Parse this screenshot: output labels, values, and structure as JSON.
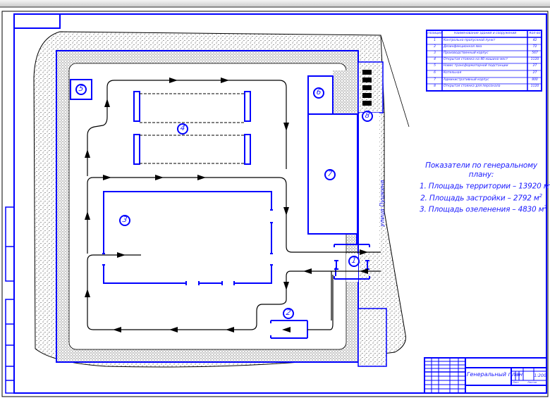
{
  "drawing": {
    "title": "Генеральный план",
    "scale": "1:200",
    "street_label": "улица Пушкина",
    "sheet_label": "Лист",
    "sheets_label": "Листов"
  },
  "legend_table": {
    "headers": [
      "Позиция",
      "Наименование зданий и сооружений",
      "Кол-во"
    ],
    "rows": [
      {
        "pos": "1",
        "name": "Контрольно-пропускной пункт",
        "qty": "42"
      },
      {
        "pos": "2",
        "name": "Дезинфекционная яма",
        "qty": "72"
      },
      {
        "pos": "3",
        "name": "Производственный корпус",
        "qty": "567"
      },
      {
        "pos": "4",
        "name": "Открытая стоянка на 40 машино-мест",
        "qty": "1120"
      },
      {
        "pos": "5",
        "name": "Навес трансформаторной подстанции",
        "qty": "27"
      },
      {
        "pos": "6",
        "name": "Котельная",
        "qty": "27"
      },
      {
        "pos": "7",
        "name": "Административный корпус",
        "qty": "800"
      },
      {
        "pos": "8",
        "name": "Открытая стоянка для персонала",
        "qty": "1120"
      }
    ]
  },
  "indicators": {
    "title_line1": "Показатели по генеральному",
    "title_line2": "плану:",
    "items": [
      "1. Площадь территории – 13920 м",
      "2. Площадь застройки – 2792 м",
      "3. Площадь озеленения – 4830 м"
    ],
    "unit_exp": "2"
  },
  "markers": [
    "1",
    "2",
    "3",
    "4",
    "5",
    "6",
    "7",
    "8"
  ],
  "colors": {
    "outline": "#0000ff",
    "route": "#000000",
    "green_fill": "#ffffff"
  }
}
